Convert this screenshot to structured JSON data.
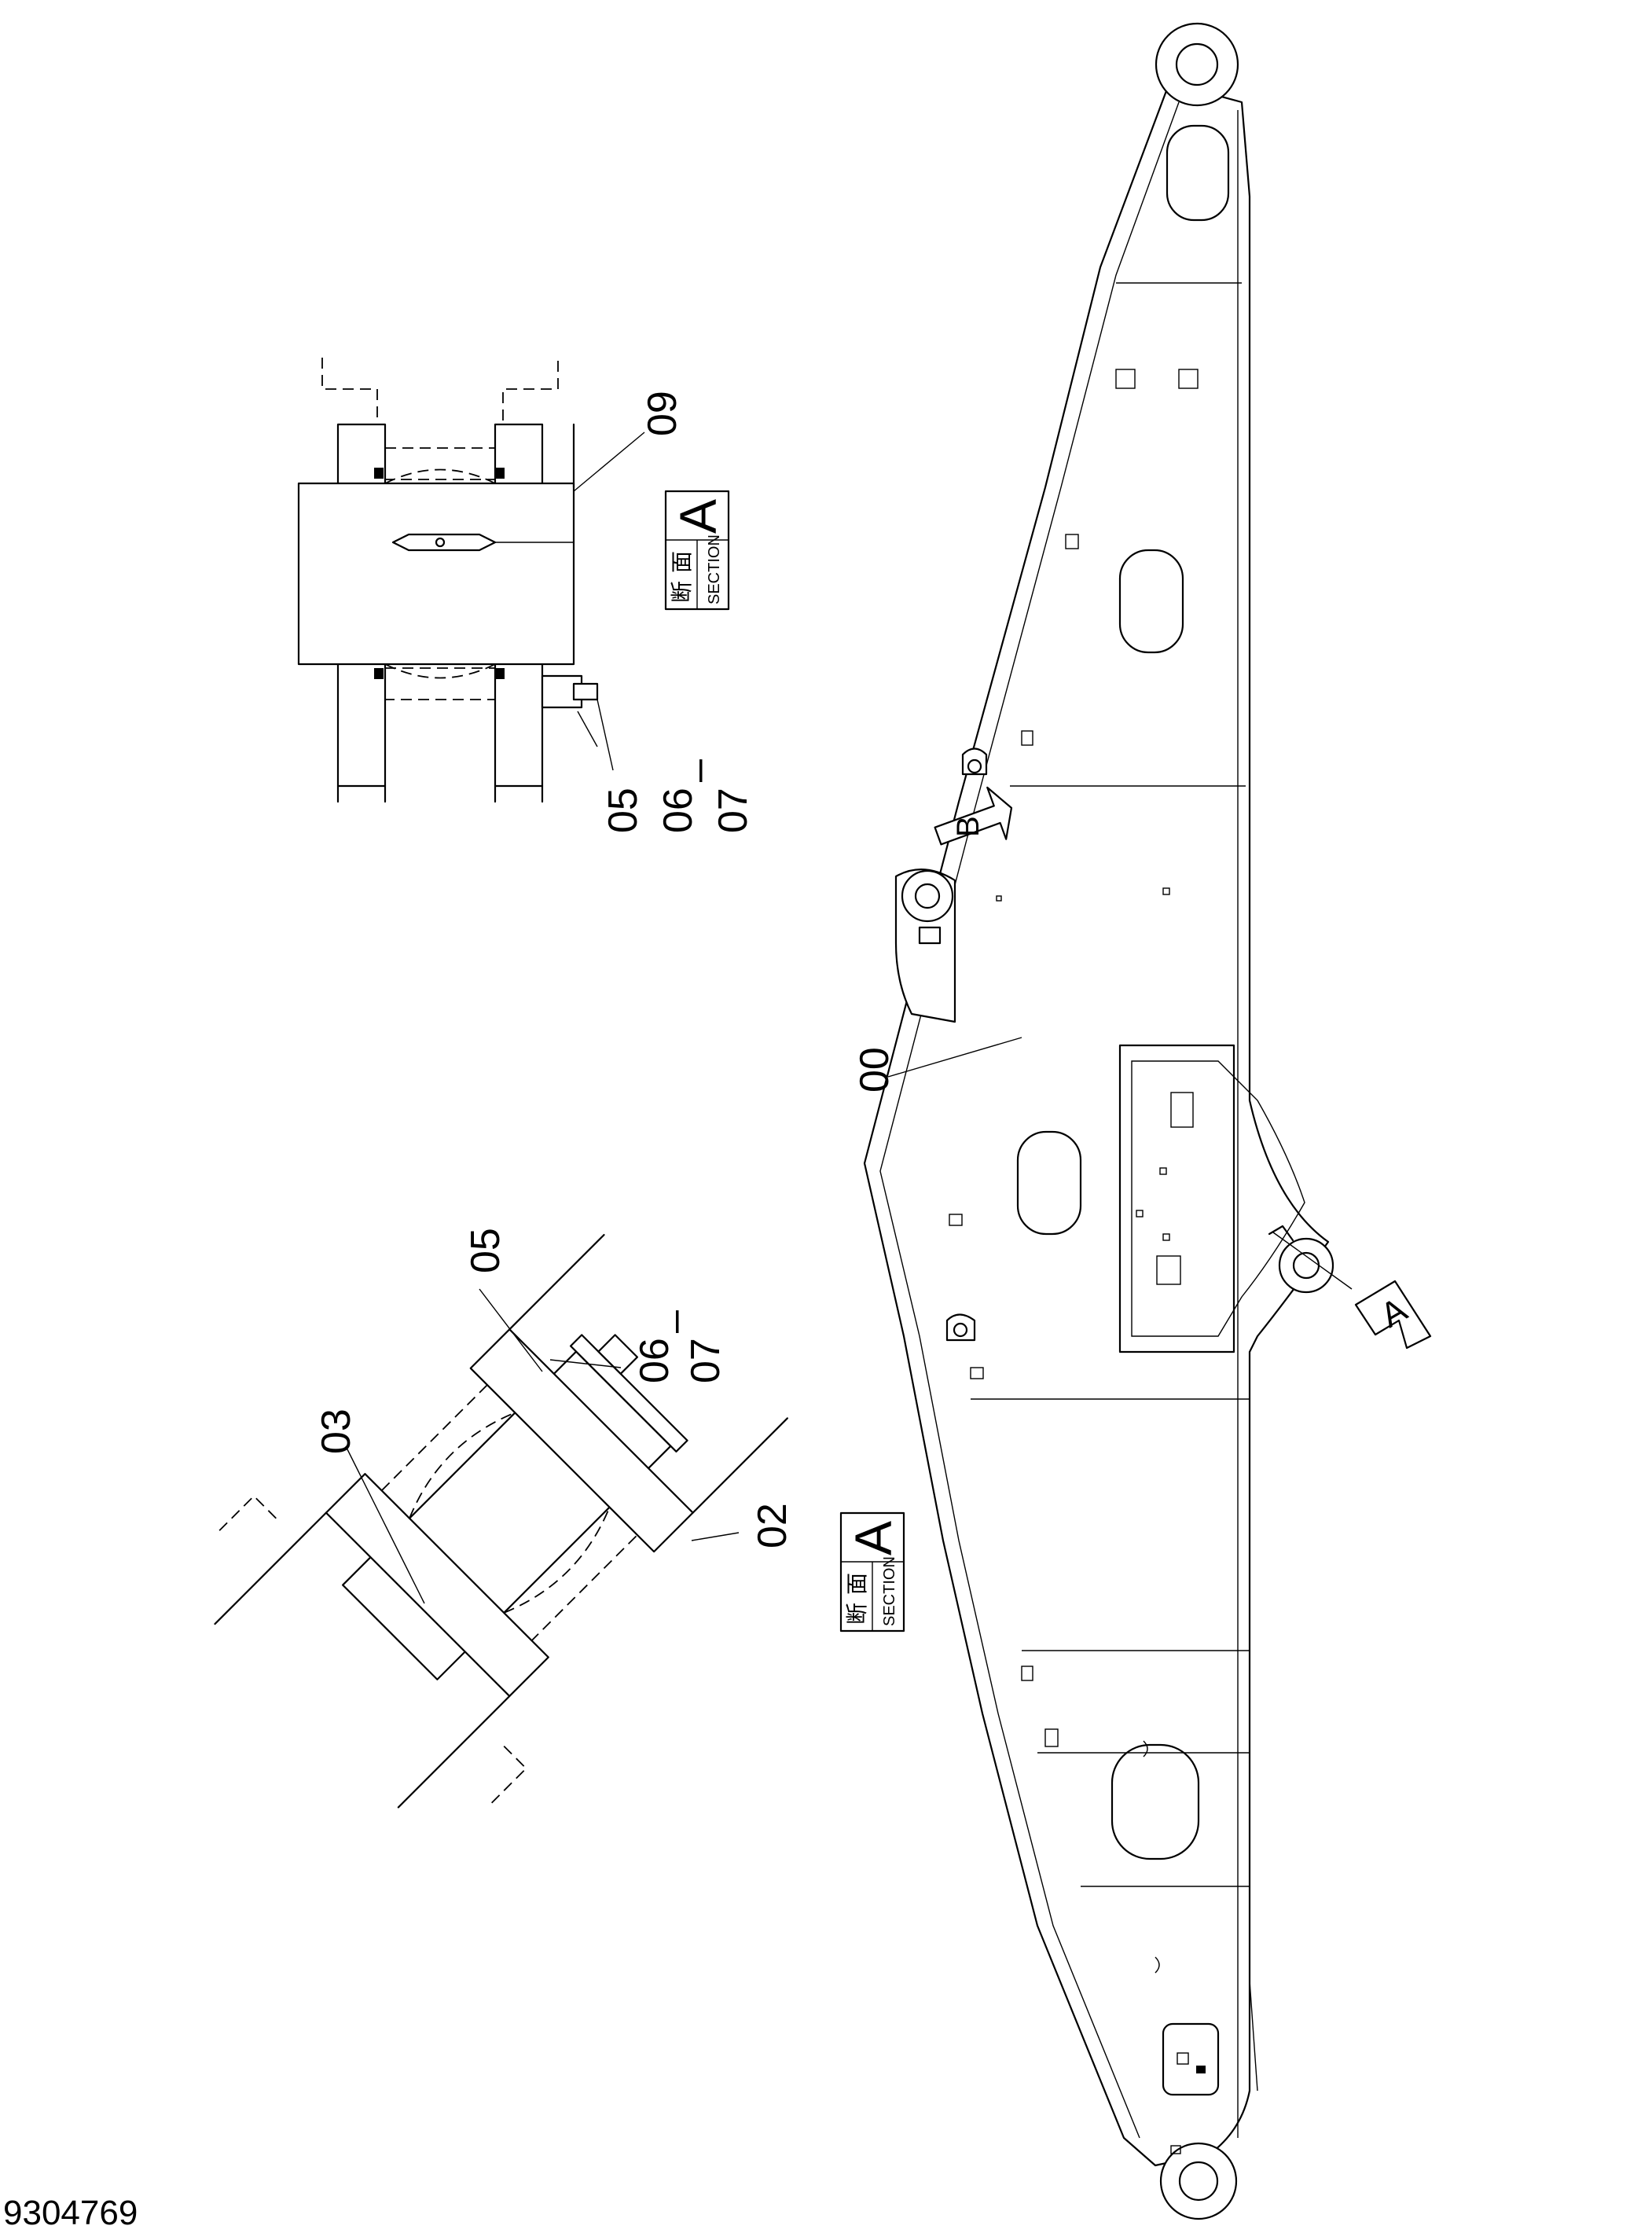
{
  "drawing_number": "9304769",
  "section_box": {
    "kanji_left": "断",
    "kanji_right": "面",
    "english": "SECTION",
    "letter": "A"
  },
  "view_markers": {
    "a": "A",
    "b": "B"
  },
  "part_labels": {
    "p00": "00",
    "p02": "02",
    "p03": "03",
    "p05": "05",
    "p06": "06",
    "p07": "07",
    "p09": "09",
    "range_sep": "–"
  }
}
